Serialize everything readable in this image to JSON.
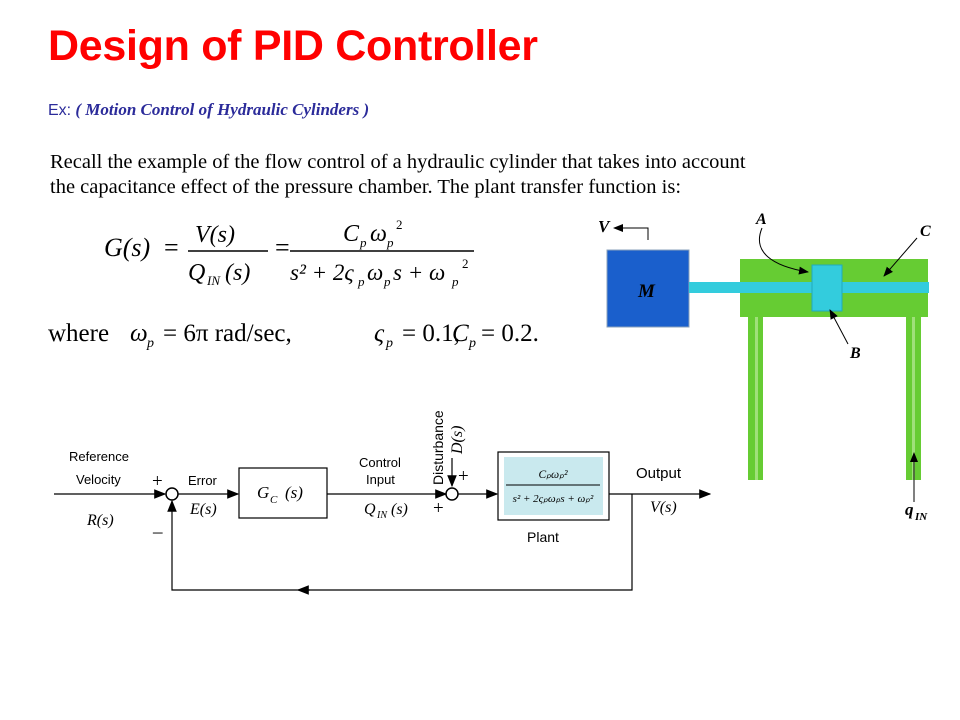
{
  "slide": {
    "title": "Design of PID Controller",
    "example_prefix": "Ex:",
    "example_label": "( Motion Control of Hydraulic Cylinders )",
    "body_line1": "Recall the example of the flow control of a hydraulic cylinder that takes into account",
    "body_line2": "the capacitance effect of the pressure chamber.  The plant transfer function is:"
  },
  "equations": {
    "transfer_function": {
      "lhs_G": "G(s)",
      "equals1": "=",
      "V_num": "V(s)",
      "Q_den": "Q",
      "Q_sub": "IN",
      "Q_den_arg": "(s)",
      "equals2": "=",
      "num_C": "C",
      "num_sub_p": "p",
      "num_omega": "ω",
      "num_sub_p2": "p",
      "num_exp": "2",
      "den": "s² + 2ς",
      "den_sub_p": "p",
      "den_mid": "ω",
      "den_sub_p2": "p",
      "den_tail": "s + ω",
      "den_sub_p3": "p",
      "den_exp": "2"
    },
    "where_line": {
      "where": "where",
      "omega": "ω",
      "omega_sub": "p",
      "omega_val": "= 6π rad/sec,",
      "zeta": "ς",
      "zeta_sub": "p",
      "zeta_val": "= 0.1,",
      "C": "C",
      "C_sub": "p",
      "C_val": "= 0.2."
    }
  },
  "cylinder": {
    "mass_label": "M",
    "velocity_label": "V",
    "label_A": "A",
    "label_B": "B",
    "label_C": "C",
    "flow_q": "q",
    "flow_sub": "IN",
    "colors": {
      "mass": "#1a5fcc",
      "body": "#66cc33",
      "rod": "#33ccdd"
    }
  },
  "block_diagram": {
    "reference_line1": "Reference",
    "reference_line2": "Velocity",
    "reference_signal": "R(s)",
    "plus_top": "+",
    "minus": "_",
    "error_label": "Error",
    "error_signal": "E(s)",
    "controller": "G",
    "controller_sub": "C",
    "controller_arg": "(s)",
    "control_line1": "Control",
    "control_line2": "Input",
    "control_signal": "Q",
    "control_sub": "IN",
    "control_arg": "(s)",
    "disturbance_label": "Disturbance",
    "disturbance_signal": "D(s)",
    "sum2_plus_top": "+",
    "sum2_plus_left": "+",
    "plant_label": "Plant",
    "plant_num": "Cₚωₚ²",
    "plant_den": "s² + 2ςₚωₚs + ωₚ²",
    "output_label": "Output",
    "output_signal": "V(s)",
    "plant_fill": "#c9e9ee"
  }
}
